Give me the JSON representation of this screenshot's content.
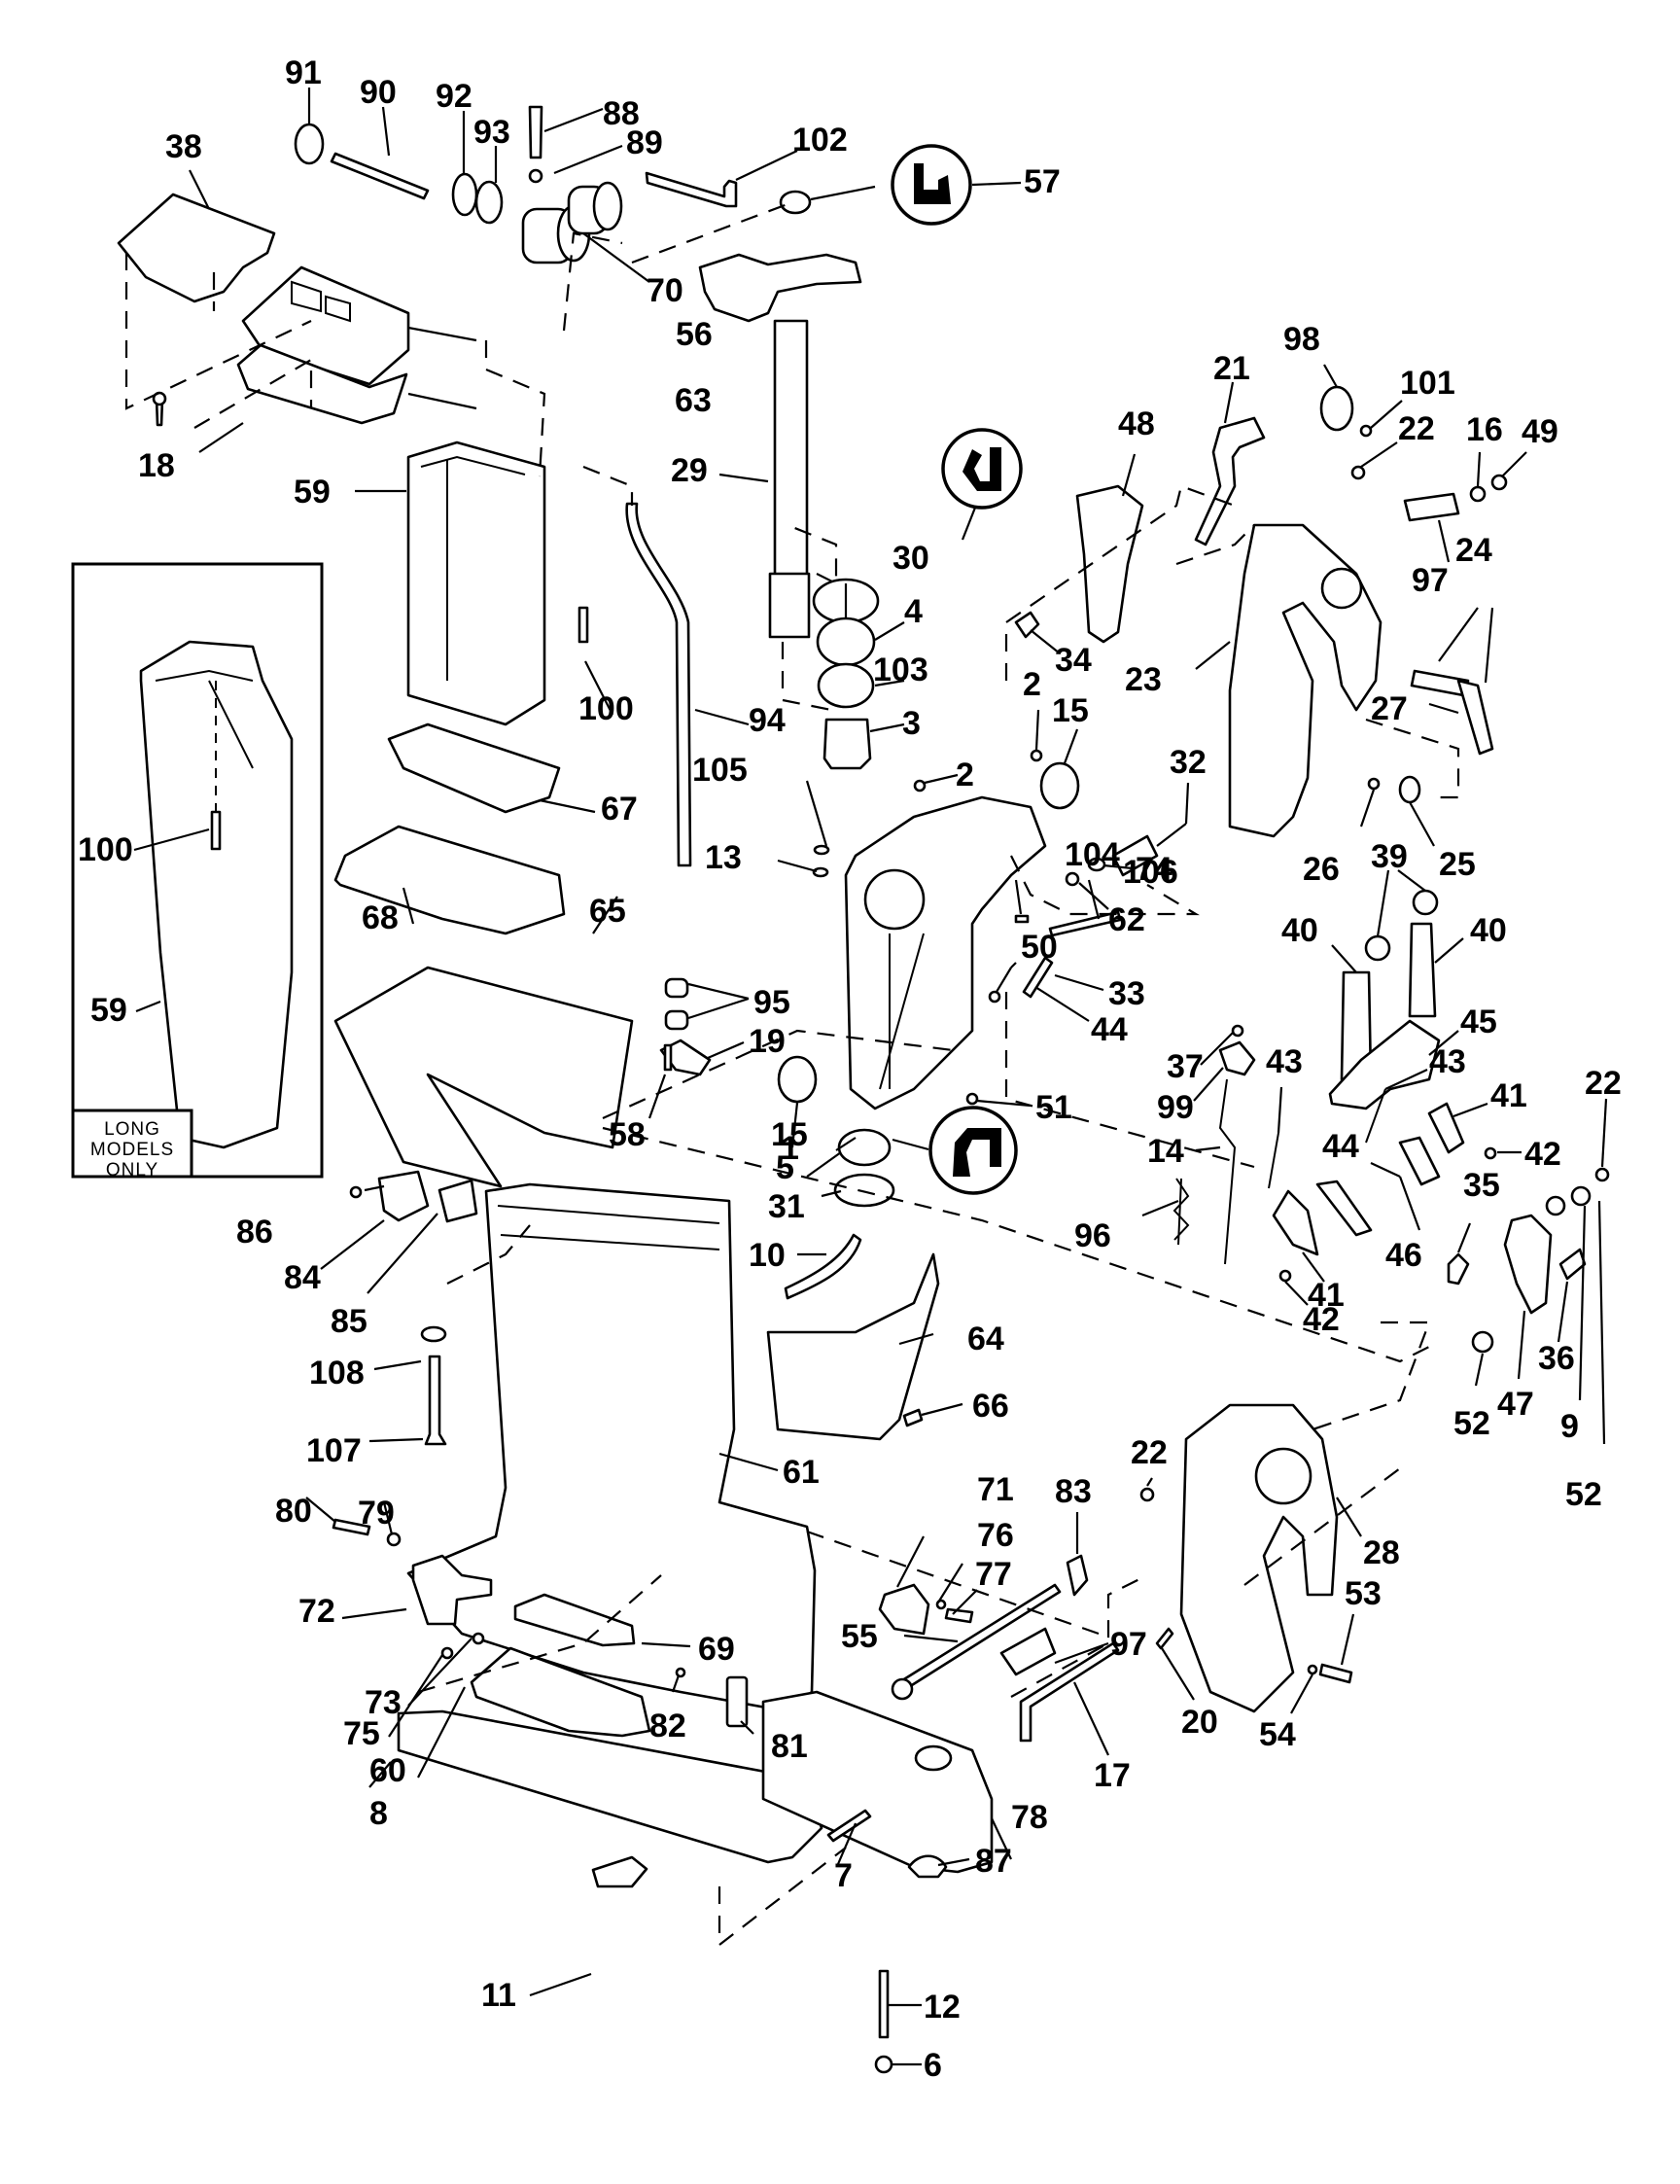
{
  "title": "Exploded parts diagram - outboard midsection / swivel & stern brackets",
  "inset": {
    "lines": [
      "LONG",
      "MODELS",
      "ONLY"
    ],
    "callouts": [
      "100",
      "59"
    ]
  },
  "symbols": {
    "57": "sealant-symbol-u",
    "30": "lubricant-symbol-j",
    "5": "sealant-symbol-r"
  },
  "callouts": [
    {
      "id": "91",
      "label": "91"
    },
    {
      "id": "90",
      "label": "90"
    },
    {
      "id": "92",
      "label": "92"
    },
    {
      "id": "93",
      "label": "93"
    },
    {
      "id": "88",
      "label": "88"
    },
    {
      "id": "89",
      "label": "89"
    },
    {
      "id": "102",
      "label": "102"
    },
    {
      "id": "57",
      "label": "57"
    },
    {
      "id": "38",
      "label": "38"
    },
    {
      "id": "70",
      "label": "70"
    },
    {
      "id": "56",
      "label": "56"
    },
    {
      "id": "63",
      "label": "63"
    },
    {
      "id": "18",
      "label": "18"
    },
    {
      "id": "29",
      "label": "29"
    },
    {
      "id": "59",
      "label": "59"
    },
    {
      "id": "100",
      "label": "100"
    },
    {
      "id": "94",
      "label": "94"
    },
    {
      "id": "67",
      "label": "67"
    },
    {
      "id": "105",
      "label": "105"
    },
    {
      "id": "13",
      "label": "13"
    },
    {
      "id": "68",
      "label": "68"
    },
    {
      "id": "65",
      "label": "65"
    },
    {
      "id": "95",
      "label": "95"
    },
    {
      "id": "19",
      "label": "19"
    },
    {
      "id": "58",
      "label": "58"
    },
    {
      "id": "15a",
      "label": "15"
    },
    {
      "id": "1",
      "label": "1"
    },
    {
      "id": "5",
      "label": "5"
    },
    {
      "id": "31",
      "label": "31"
    },
    {
      "id": "10",
      "label": "10"
    },
    {
      "id": "64",
      "label": "64"
    },
    {
      "id": "66",
      "label": "66"
    },
    {
      "id": "86",
      "label": "86"
    },
    {
      "id": "84",
      "label": "84"
    },
    {
      "id": "85",
      "label": "85"
    },
    {
      "id": "108",
      "label": "108"
    },
    {
      "id": "107",
      "label": "107"
    },
    {
      "id": "61",
      "label": "61"
    },
    {
      "id": "80",
      "label": "80"
    },
    {
      "id": "79",
      "label": "79"
    },
    {
      "id": "72",
      "label": "72"
    },
    {
      "id": "73",
      "label": "73"
    },
    {
      "id": "75",
      "label": "75"
    },
    {
      "id": "60",
      "label": "60"
    },
    {
      "id": "69",
      "label": "69"
    },
    {
      "id": "82",
      "label": "82"
    },
    {
      "id": "81",
      "label": "81"
    },
    {
      "id": "8",
      "label": "8"
    },
    {
      "id": "11",
      "label": "11"
    },
    {
      "id": "7",
      "label": "7"
    },
    {
      "id": "87",
      "label": "87"
    },
    {
      "id": "78",
      "label": "78"
    },
    {
      "id": "12",
      "label": "12"
    },
    {
      "id": "6",
      "label": "6"
    },
    {
      "id": "71",
      "label": "71"
    },
    {
      "id": "76",
      "label": "76"
    },
    {
      "id": "77",
      "label": "77"
    },
    {
      "id": "83",
      "label": "83"
    },
    {
      "id": "55",
      "label": "55"
    },
    {
      "id": "97b",
      "label": "97"
    },
    {
      "id": "20",
      "label": "20"
    },
    {
      "id": "17",
      "label": "17"
    },
    {
      "id": "22c",
      "label": "22"
    },
    {
      "id": "28",
      "label": "28"
    },
    {
      "id": "53",
      "label": "53"
    },
    {
      "id": "54",
      "label": "54"
    },
    {
      "id": "30",
      "label": "30"
    },
    {
      "id": "4",
      "label": "4"
    },
    {
      "id": "103",
      "label": "103"
    },
    {
      "id": "3",
      "label": "3"
    },
    {
      "id": "2a",
      "label": "2"
    },
    {
      "id": "2b",
      "label": "2"
    },
    {
      "id": "15b",
      "label": "15"
    },
    {
      "id": "32",
      "label": "32"
    },
    {
      "id": "74",
      "label": "74"
    },
    {
      "id": "62",
      "label": "62"
    },
    {
      "id": "104",
      "label": "104"
    },
    {
      "id": "106",
      "label": "106"
    },
    {
      "id": "50",
      "label": "50"
    },
    {
      "id": "33",
      "label": "33"
    },
    {
      "id": "44a",
      "label": "44"
    },
    {
      "id": "37",
      "label": "37"
    },
    {
      "id": "99",
      "label": "99"
    },
    {
      "id": "51",
      "label": "51"
    },
    {
      "id": "14",
      "label": "14"
    },
    {
      "id": "96",
      "label": "96"
    },
    {
      "id": "48",
      "label": "48"
    },
    {
      "id": "21",
      "label": "21"
    },
    {
      "id": "98",
      "label": "98"
    },
    {
      "id": "101",
      "label": "101"
    },
    {
      "id": "22a",
      "label": "22"
    },
    {
      "id": "16",
      "label": "16"
    },
    {
      "id": "49",
      "label": "49"
    },
    {
      "id": "34",
      "label": "34"
    },
    {
      "id": "23",
      "label": "23"
    },
    {
      "id": "97a",
      "label": "97"
    },
    {
      "id": "24",
      "label": "24"
    },
    {
      "id": "27",
      "label": "27"
    },
    {
      "id": "26",
      "label": "26"
    },
    {
      "id": "25",
      "label": "25"
    },
    {
      "id": "39",
      "label": "39"
    },
    {
      "id": "40a",
      "label": "40"
    },
    {
      "id": "40b",
      "label": "40"
    },
    {
      "id": "45",
      "label": "45"
    },
    {
      "id": "43a",
      "label": "43"
    },
    {
      "id": "43b",
      "label": "43"
    },
    {
      "id": "41a",
      "label": "41"
    },
    {
      "id": "42a",
      "label": "42"
    },
    {
      "id": "44b",
      "label": "44"
    },
    {
      "id": "46",
      "label": "46"
    },
    {
      "id": "41b",
      "label": "41"
    },
    {
      "id": "42b",
      "label": "42"
    },
    {
      "id": "35",
      "label": "35"
    },
    {
      "id": "22b",
      "label": "22"
    },
    {
      "id": "52a",
      "label": "52"
    },
    {
      "id": "47",
      "label": "47"
    },
    {
      "id": "36",
      "label": "36"
    },
    {
      "id": "9",
      "label": "9"
    },
    {
      "id": "52b",
      "label": "52"
    }
  ]
}
